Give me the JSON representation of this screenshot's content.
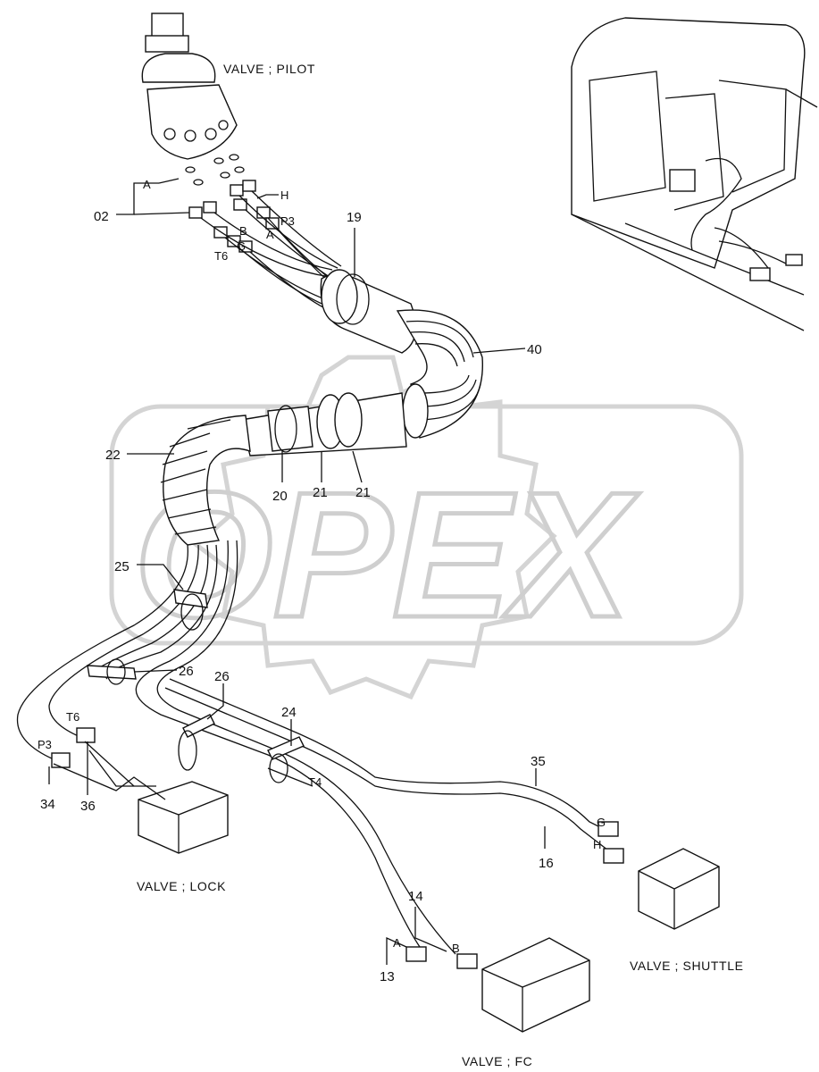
{
  "labels": {
    "valve_pilot": "VALVE ; PILOT",
    "valve_lock": "VALVE ; LOCK",
    "valve_shuttle": "VALVE ; SHUTTLE",
    "valve_fc": "VALVE ; FC"
  },
  "parts": {
    "p02": "02",
    "p13": "13",
    "p14": "14",
    "p16": "16",
    "p19": "19",
    "p20": "20",
    "p21a": "21",
    "p21b": "21",
    "p22": "22",
    "p24": "24",
    "p25": "25",
    "p26a": "26",
    "p26b": "26",
    "p34": "34",
    "p35": "35",
    "p36": "36",
    "p40": "40"
  },
  "ports": {
    "a_top": "A",
    "h_top": "H",
    "p3_top": "P3",
    "b_top": "B",
    "a2_top": "A",
    "t6_top": "T6",
    "g_top": "G",
    "t6_low": "T6",
    "p3_low": "P3",
    "t4": "T4",
    "g_sh": "G",
    "h_sh": "H",
    "a_fc": "A",
    "b_fc": "B"
  },
  "watermark": "OPEX"
}
